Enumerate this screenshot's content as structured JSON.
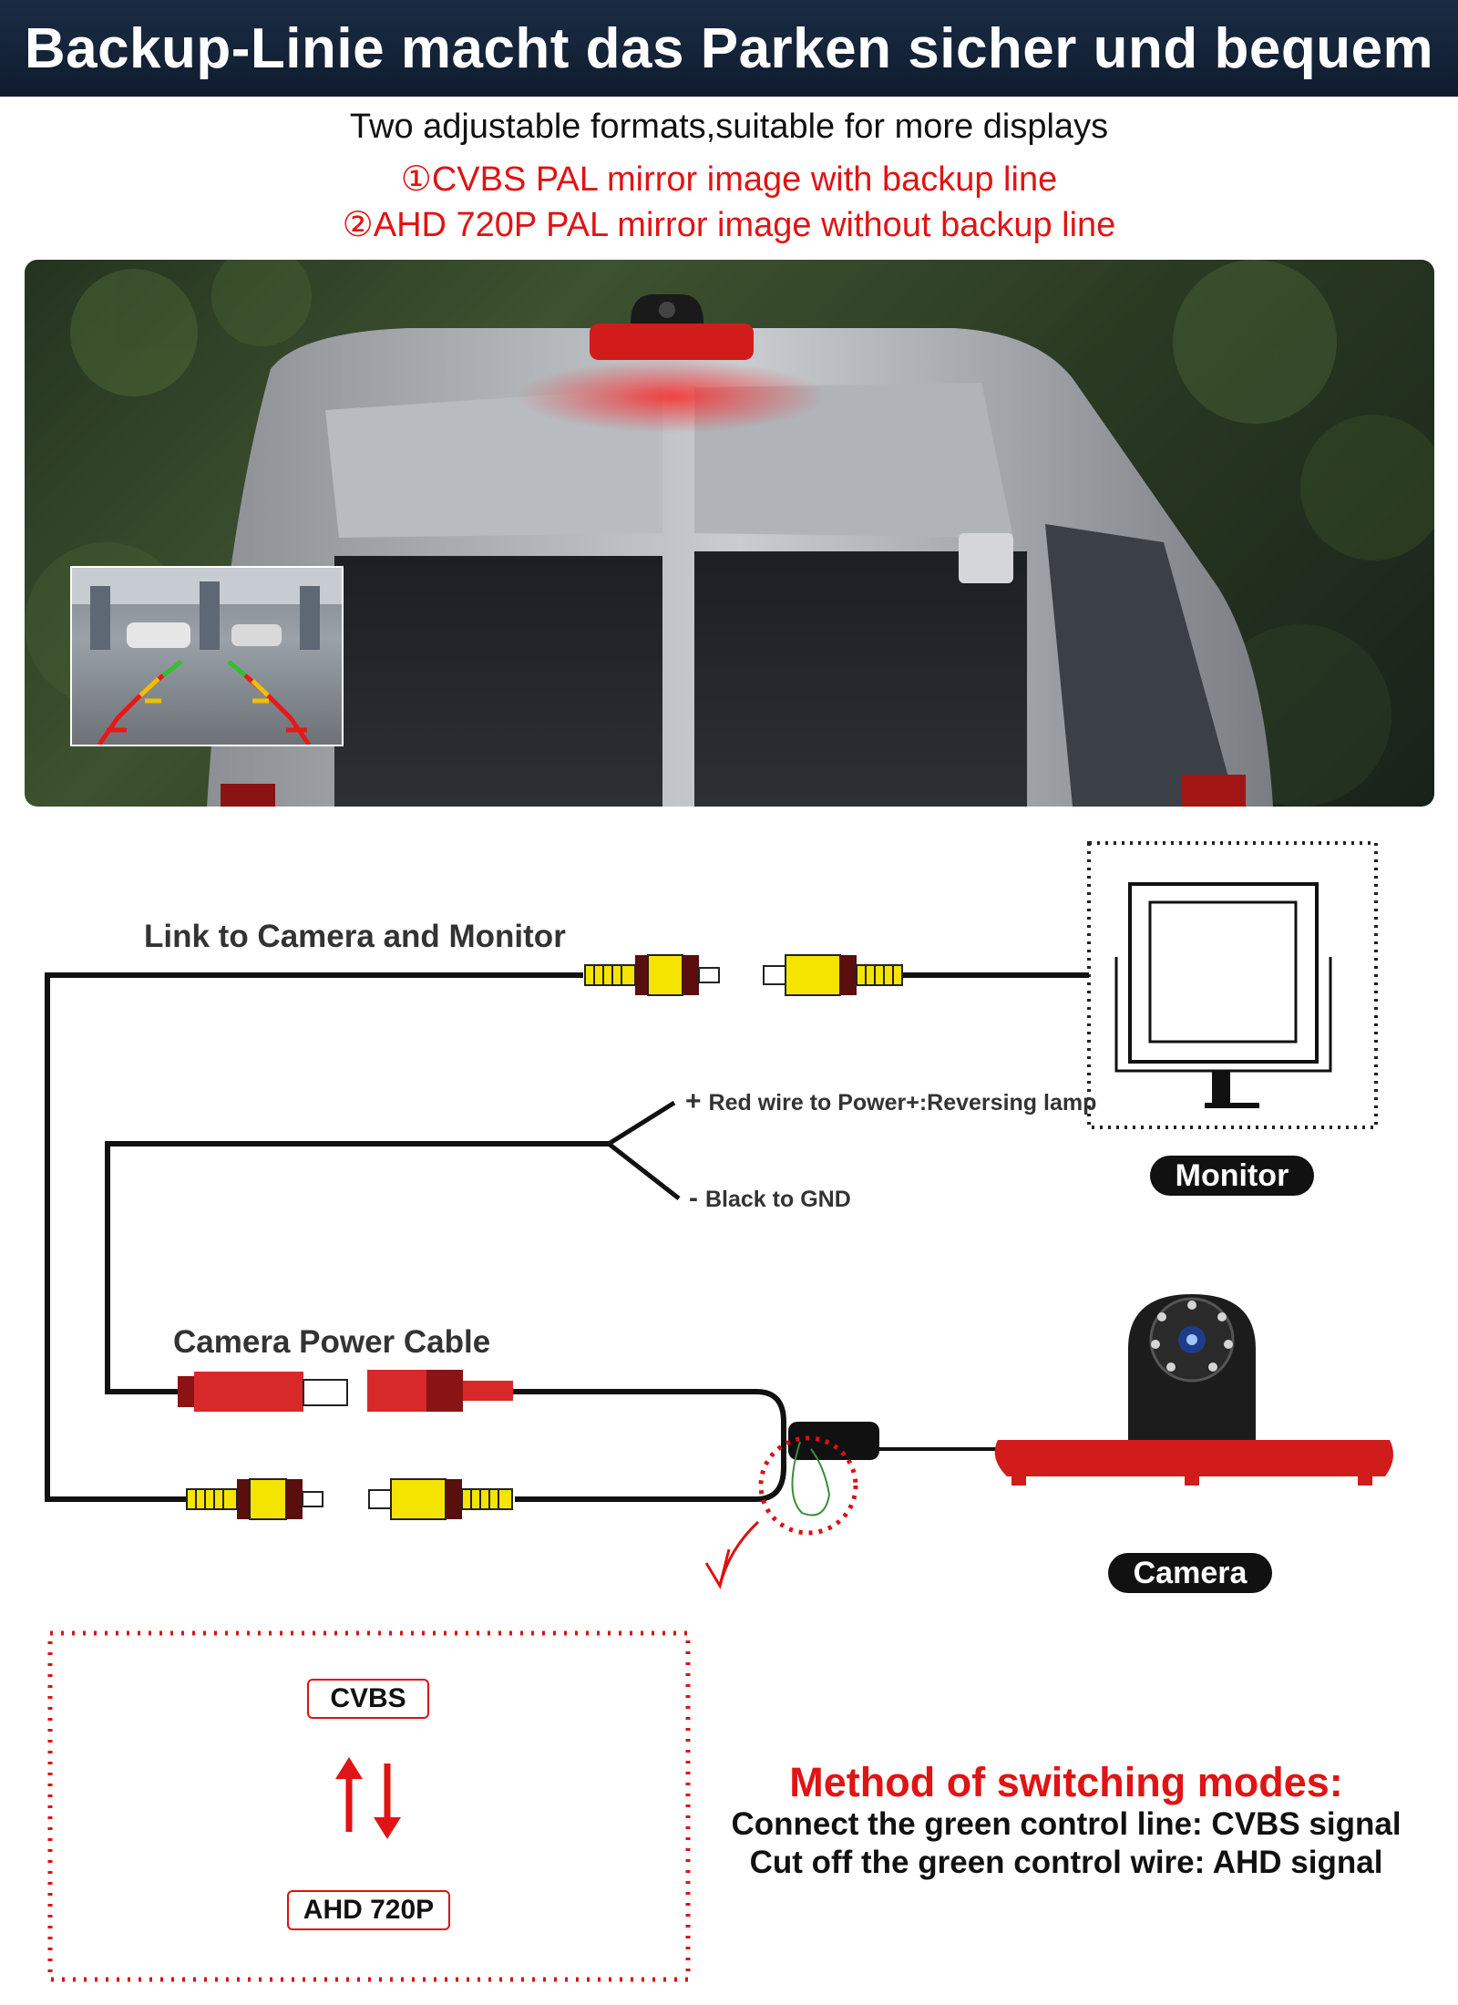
{
  "header": {
    "title": "Backup-Linie macht das Parken sicher und bequem",
    "subtitle": "Two adjustable formats,suitable for more displays",
    "mode_line_1": "①CVBS PAL mirror image with backup line",
    "mode_line_2": "②AHD 720P PAL mirror image without backup line"
  },
  "diagram": {
    "link_label": "Link to Camera and Monitor",
    "red_wire_label": "Red wire to Power+:Reversing lamp",
    "black_wire_label": "Black to GND",
    "plus_sign": "+",
    "minus_sign": "-",
    "power_cable_label": "Camera Power Cable",
    "monitor_label": "Monitor",
    "camera_label": "Camera"
  },
  "modes": {
    "cvbs_label": "CVBS",
    "ahd_label": "AHD 720P",
    "method_title": "Method of switching modes:",
    "method_line_1": "Connect the green control line: CVBS signal",
    "method_line_2": "Cut off the green control wire: AHD signal"
  },
  "colors": {
    "accent_red": "#e01414",
    "banner_navy": "#13233a",
    "rca_yellow": "#f5e400",
    "plug_red": "#d8292a",
    "wire_black": "#111111",
    "control_wire_green": "#3a8c3a"
  },
  "icons": [
    "backup-camera-brakelight-icon",
    "monitor-icon",
    "rca-plug-icon",
    "power-plug-icon",
    "switch-arrows-icon",
    "pointer-arrow-icon"
  ]
}
